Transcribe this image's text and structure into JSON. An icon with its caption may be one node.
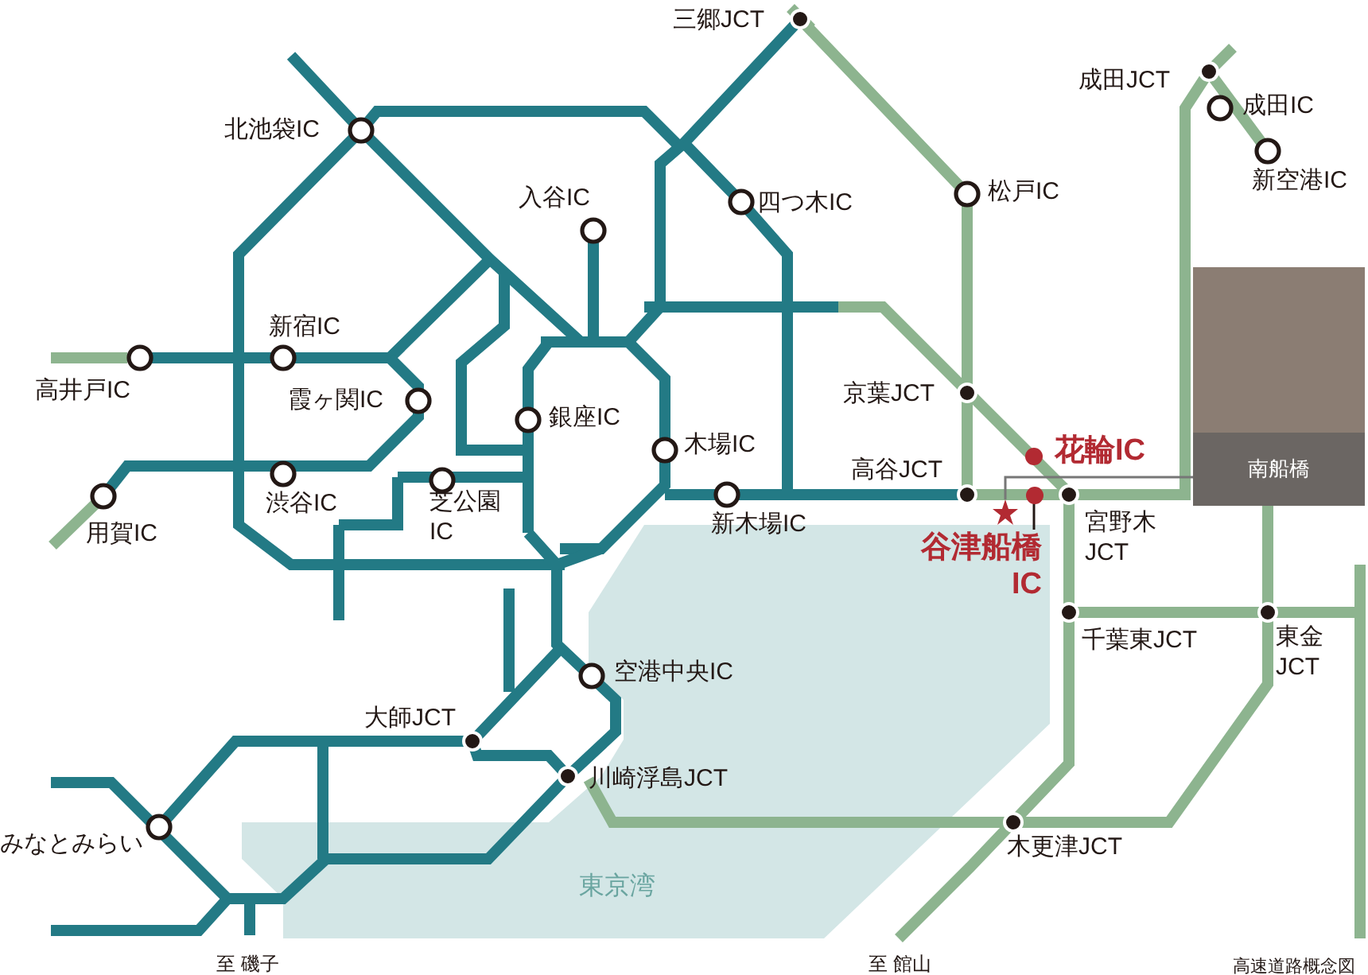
{
  "diagram": {
    "nodes": [
      {
        "text": [
          "南船橋"
        ]
      },
      {
        "text": [],
        "shape": "star"
      },
      {
        "text": [
          "谷津船橋IC"
        ]
      },
      {
        "text": [],
        "shape": "circle"
      }
    ],
    "edges": [
      {
        "from": 0,
        "to": 1,
        "arrow": "none"
      },
      {
        "from": 2,
        "to": 3,
        "arrow": "none",
        "color": "#231815"
      }
    ],
    "labels": [
      "三郷JCT",
      "成田JCT",
      "北池袋IC",
      "成田IC",
      "新空港IC",
      "入谷IC",
      "四つ木IC",
      "松戸IC",
      "新宿IC",
      "高井戸IC",
      "霞ヶ関IC",
      "京葉JCT",
      "銀座IC",
      "木場IC",
      "花輪IC",
      "高谷JCT",
      "用賀IC",
      "渋谷IC",
      "芝公園IC",
      "新木場IC",
      "宮野木JCT",
      "千葉東JCT",
      "東金JCT",
      "空港中央IC",
      "大師JCT",
      "川崎浮島JCT",
      "みなとみらい",
      "木更津JCT",
      "東京湾",
      "至 磯子",
      "至 館山",
      "高速道路概念図"
    ]
  }
}
